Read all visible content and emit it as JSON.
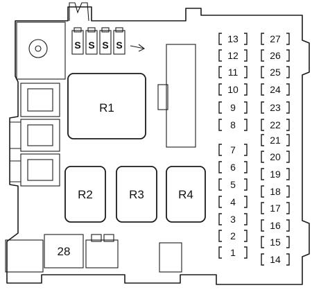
{
  "relays": [
    {
      "id": "R1",
      "label": "R1"
    },
    {
      "id": "R2",
      "label": "R2"
    },
    {
      "id": "R3",
      "label": "R3"
    },
    {
      "id": "R4",
      "label": "R4"
    }
  ],
  "component_28": {
    "label": "28"
  },
  "s_fuses": [
    "S",
    "S",
    "S",
    "S"
  ],
  "fuse_columns": {
    "left": [
      "13",
      "12",
      "11",
      "10",
      "9",
      "8",
      "7",
      "6",
      "5",
      "4",
      "3",
      "2",
      "1"
    ],
    "right": [
      "27",
      "26",
      "25",
      "24",
      "23",
      "22",
      "21",
      "20",
      "19",
      "18",
      "17",
      "16",
      "15",
      "14"
    ]
  }
}
